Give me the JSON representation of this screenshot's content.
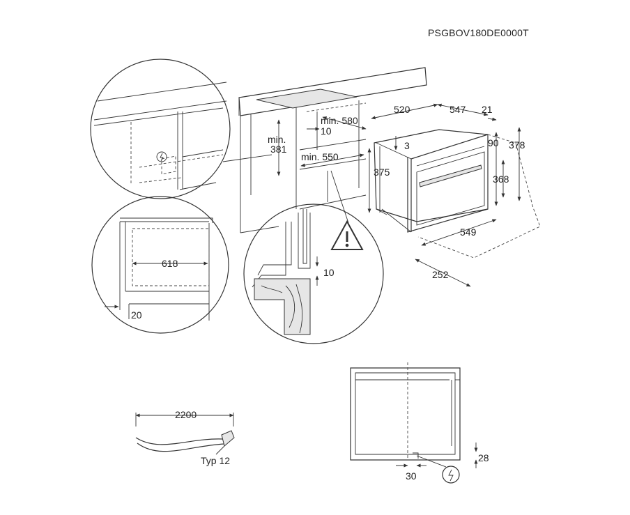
{
  "document": {
    "code": "PSGBOV180DE0000T"
  },
  "dimensions": {
    "d520": "520",
    "d547": "547",
    "d21": "21",
    "d3": "3",
    "d90": "90",
    "d378": "378",
    "d375": "375",
    "d368": "368",
    "d549": "549",
    "d252": "252",
    "min580": "min. 580",
    "min10": "10",
    "min381_a": "min.",
    "min381_b": "381",
    "min550": "min. 550",
    "d618": "618",
    "d20": "20",
    "d10": "10",
    "d2200": "2200",
    "typ12": "Typ 12",
    "d28": "28",
    "d30": "30"
  }
}
